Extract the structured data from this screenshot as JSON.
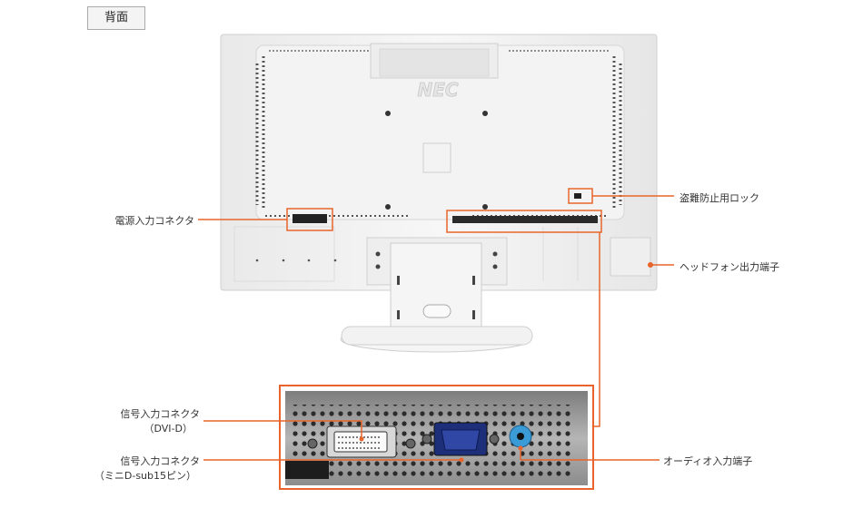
{
  "header": {
    "tab_label": "背面"
  },
  "monitor": {
    "brand": "NEC"
  },
  "callouts": {
    "power": "電源入力コネクタ",
    "lock": "盗難防止用ロック",
    "headphone": "ヘッドフォン出力端子",
    "dvi_line1": "信号入力コネクタ",
    "dvi_line2": "（DVI-D）",
    "vga_line1": "信号入力コネクタ",
    "vga_line2": "（ミニD-sub15ピン）",
    "audio": "オーディオ入力端子"
  },
  "colors": {
    "accent": "#e8642c",
    "panel": "#f1f1f1",
    "metal": "#9a9a9a"
  }
}
